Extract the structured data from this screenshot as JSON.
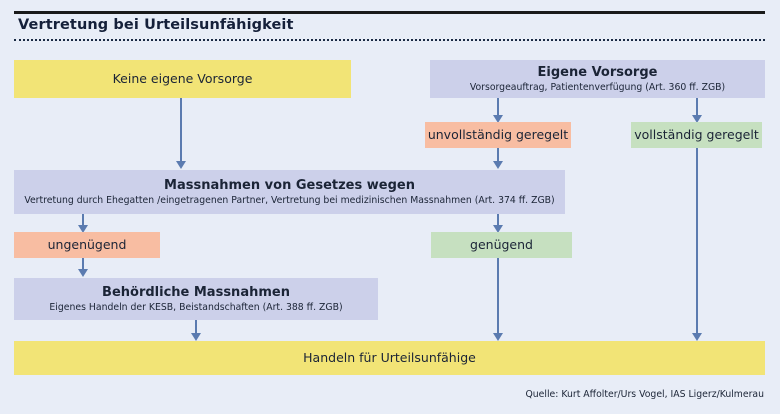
{
  "header": {
    "title": "Vertretung bei Urteilsunfähigkeit"
  },
  "nodes": {
    "keine_vorsorge": {
      "title": "Keine eigene Vorsorge"
    },
    "eigene_vorsorge": {
      "title": "Eigene Vorsorge",
      "subtitle": "Vorsorgeauftrag, Patientenverfügung (Art. 360 ff. ZGB)"
    },
    "unvollstaendig": {
      "title": "unvollständig geregelt"
    },
    "vollstaendig": {
      "title": "vollständig geregelt"
    },
    "massnahmen_gesetz": {
      "title": "Massnahmen von Gesetzes wegen",
      "subtitle": "Vertretung durch Ehegatten /eingetragenen Partner, Vertretung bei medizinischen Massnahmen (Art. 374 ff. ZGB)"
    },
    "ungenuegend": {
      "title": "ungenügend"
    },
    "genuegend": {
      "title": "genügend"
    },
    "behoerdliche": {
      "title": "Behördliche Massnahmen",
      "subtitle": "Eigenes Handeln der KESB, Beistandschaften (Art. 388 ff. ZGB)"
    },
    "handeln": {
      "title": "Handeln für Urteilsunfähige"
    }
  },
  "footer": {
    "source": "Quelle: Kurt Affolter/Urs Vogel, IAS Ligerz/Kulmerau"
  },
  "colors": {
    "background": "#e8edf7",
    "yellow": "#f2e476",
    "lavender": "#ccd0ea",
    "salmon": "#f8bda2",
    "green": "#c6e0c0",
    "connector": "#5b7bb0",
    "text": "#1b2436",
    "rule": "#1a1a1a"
  }
}
